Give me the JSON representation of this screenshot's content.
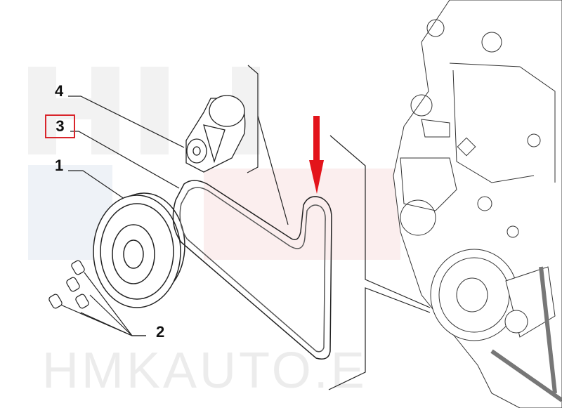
{
  "diagram": {
    "watermark": "HMKAUTO.E",
    "highlight_color": "#d9252b",
    "arrow_color": "#e3141b",
    "callouts": [
      {
        "label": "4",
        "part": "tensioner-pulley",
        "highlighted": false
      },
      {
        "label": "3",
        "part": "drive-belt",
        "highlighted": true
      },
      {
        "label": "1",
        "part": "crankshaft-pulley",
        "highlighted": false
      },
      {
        "label": "2",
        "part": "pulley-bolts",
        "highlighted": false
      }
    ]
  }
}
